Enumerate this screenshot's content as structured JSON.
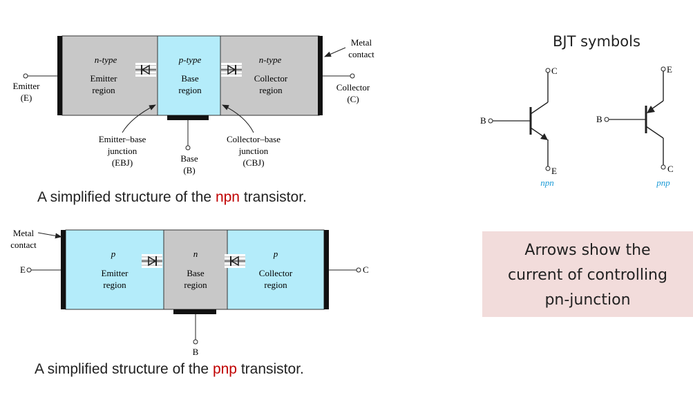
{
  "npn": {
    "left": {
      "type": "n-type",
      "region": [
        "Emitter",
        "region"
      ]
    },
    "middle": {
      "type": "p-type",
      "region": [
        "Base",
        "region"
      ]
    },
    "right": {
      "type": "n-type",
      "region": [
        "Collector",
        "region"
      ]
    },
    "metal_contact": [
      "Metal",
      "contact"
    ],
    "emitter_terminal": [
      "Emitter",
      "(E)"
    ],
    "collector_terminal": [
      "Collector",
      "(C)"
    ],
    "base_terminal": [
      "Base",
      "(B)"
    ],
    "ebj_label": [
      "Emitter–base",
      "junction",
      "(EBJ)"
    ],
    "cbj_label": [
      "Collector–base",
      "junction",
      "(CBJ)"
    ],
    "caption_pre": "A simplified structure of the ",
    "caption_highlight": "npn",
    "caption_post": " transistor."
  },
  "pnp": {
    "left": {
      "type": "p",
      "region": [
        "Emitter",
        "region"
      ]
    },
    "middle": {
      "type": "n",
      "region": [
        "Base",
        "region"
      ]
    },
    "right": {
      "type": "p",
      "region": [
        "Collector",
        "region"
      ]
    },
    "metal_contact": [
      "Metal",
      "contact"
    ],
    "emitter_terminal": "E",
    "collector_terminal": "C",
    "base_terminal": "B",
    "caption_pre": "A simplified structure of the ",
    "caption_highlight": "pnp",
    "caption_post": " transistor."
  },
  "symbols": {
    "title": "BJT symbols",
    "npn": {
      "b": "B",
      "c": "C",
      "e": "E",
      "label": "npn"
    },
    "pnp": {
      "b": "B",
      "e": "E",
      "c": "C",
      "label": "pnp"
    }
  },
  "note": {
    "lines": [
      "Arrows show the",
      "current of controlling",
      "pn-junction"
    ]
  },
  "colors": {
    "n_region": "#c8c8c8",
    "p_region": "#b4ecfa",
    "highlight": "#c00000",
    "note_bg": "#f2dcdb",
    "symbol_label": "#1a9ad6"
  }
}
